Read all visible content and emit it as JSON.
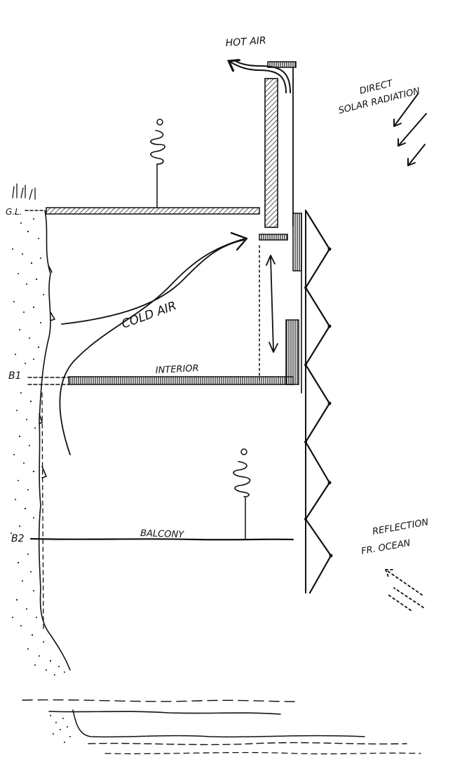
{
  "labels": {
    "hot_air": "HOT AIR",
    "direct_line1": "DIRECT",
    "direct_line2": "SOLAR RADIATION",
    "gl": "G.L.",
    "cold_air": "COLD AIR",
    "b1": "B1",
    "interior": "INTERIOR",
    "b2": "B2",
    "balcony": "BALCONY",
    "reflection_line1": "REFLECTION",
    "reflection_line2": "FR. OCEAN"
  }
}
